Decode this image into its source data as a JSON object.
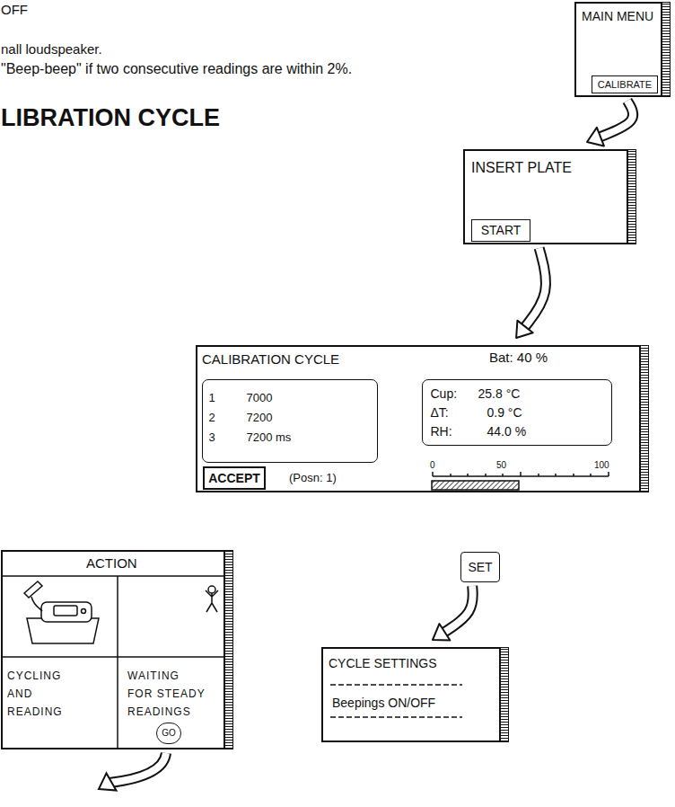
{
  "diagram": {
    "title": "LIBRATION CYCLE",
    "nodes": [
      {
        "text": [
          "MAIN MENU"
        ]
      },
      {
        "text": [
          "CALIBRATE"
        ],
        "in": 0
      },
      {
        "text": [
          "INSERT PLATE"
        ]
      },
      {
        "text": [
          "START"
        ],
        "in": 2
      },
      {
        "text": [
          "CALIBRATION CYCLE",
          "Bat: 40 %",
          "(Posn: 1)",
          "0",
          "50",
          "100"
        ]
      },
      {
        "text": [
          "1",
          "7000",
          "2",
          "7200",
          "3",
          "7200 ms"
        ],
        "in": 4
      },
      {
        "text": [
          "Cup:",
          "25.8 °C",
          "ΔT:",
          "0.9 °C",
          "RH:",
          "44.0 %"
        ],
        "in": 4
      },
      {
        "text": [
          "ACCEPT"
        ],
        "in": 4
      },
      {
        "text": [
          "ACTION",
          "CYCLING AND READING",
          "WAITING FOR STEADY READINGS"
        ]
      },
      {
        "text": [
          "GO"
        ],
        "in": 8
      },
      {
        "text": [
          "SET"
        ]
      },
      {
        "text": [
          "CYCLE SETTINGS",
          "Beepings ON/OFF"
        ]
      }
    ],
    "edges": [
      {
        "from": 0,
        "to": 2,
        "arrow": "to"
      },
      {
        "from": 2,
        "to": 4,
        "arrow": "to"
      },
      {
        "from": 10,
        "to": 11,
        "arrow": "to"
      }
    ],
    "labels": [
      "OFF",
      "nall loudspeaker.",
      "\"Beep-beep\" if two consecutive readings are within 2%."
    ]
  }
}
